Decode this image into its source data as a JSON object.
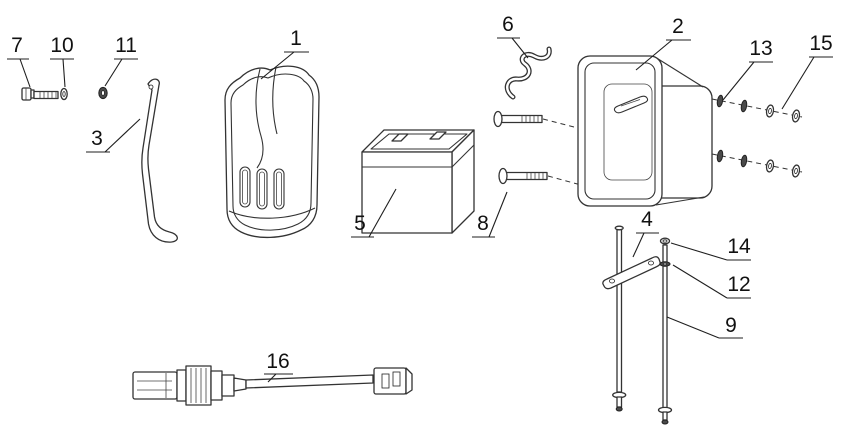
{
  "diagram": {
    "labels": [
      "1",
      "2",
      "3",
      "4",
      "5",
      "6",
      "7",
      "8",
      "9",
      "10",
      "11",
      "12",
      "13",
      "14",
      "15",
      "16"
    ],
    "colors": {
      "background": "#ffffff",
      "line": "#333333",
      "label_text": "#111111",
      "hardware_dark": "#4a4a4a"
    }
  }
}
